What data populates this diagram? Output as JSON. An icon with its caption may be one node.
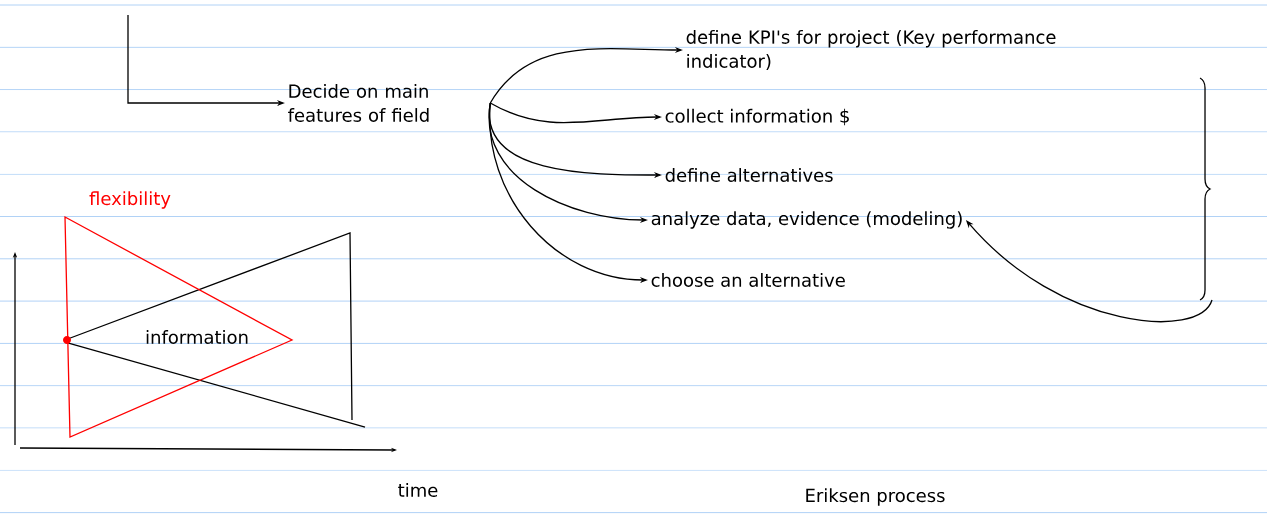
{
  "diagram": {
    "title": "Eriksen process",
    "nodes": [
      {
        "text": [
          "Decide on main features of field"
        ]
      },
      {
        "text": [
          "define KPI's for project (Key performance indicator)"
        ]
      },
      {
        "text": [
          "collect information $"
        ]
      },
      {
        "text": [
          "define alternatives"
        ]
      },
      {
        "text": [
          "analyze data, evidence (modeling)"
        ]
      },
      {
        "text": [
          "choose an alternative"
        ]
      }
    ],
    "edges": [
      {
        "from": null,
        "to": 0,
        "arrow": "to"
      },
      {
        "from": 0,
        "to": 1,
        "arrow": "to"
      },
      {
        "from": 0,
        "to": 2,
        "arrow": "to"
      },
      {
        "from": 0,
        "to": 3,
        "arrow": "to"
      },
      {
        "from": 0,
        "to": 4,
        "arrow": "to"
      },
      {
        "from": 0,
        "to": 5,
        "arrow": "to"
      },
      {
        "from": null,
        "to": 4,
        "arrow": "to"
      }
    ],
    "labels": [
      "flexibility",
      "information",
      "time"
    ]
  }
}
